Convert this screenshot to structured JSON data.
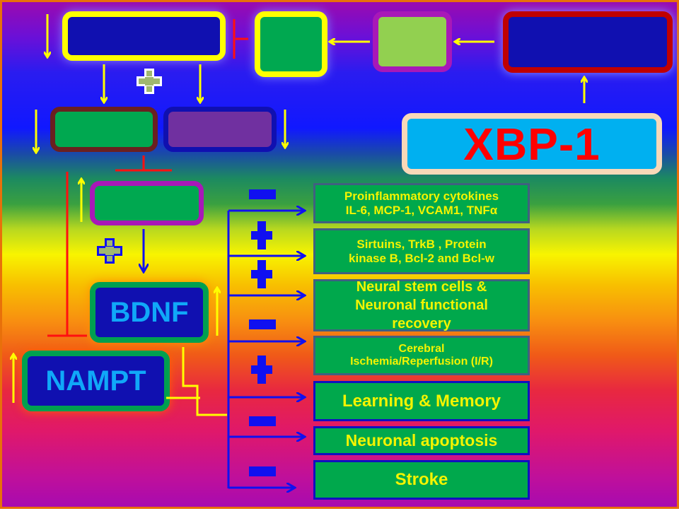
{
  "diagram": {
    "title_node": {
      "label": "XBP-1",
      "text_color": "#ff0000",
      "fill": "#00b0f0",
      "border": "#f8d8b8"
    },
    "gene_nodes": [
      {
        "id": "bdnf",
        "label": "BDNF",
        "text_color": "#10a8f8",
        "fill": "#1010b0",
        "border": "#00a050"
      },
      {
        "id": "nampt",
        "label": "NAMPT",
        "text_color": "#10a8f8",
        "fill": "#1010b0",
        "border": "#00a050"
      }
    ],
    "effects": [
      {
        "id": "proinflammatory",
        "sign": "-",
        "lines": [
          "Proinflammatory cytokines",
          "IL-6, MCP-1,  VCAM1, TNFα"
        ]
      },
      {
        "id": "sirtuins",
        "sign": "+",
        "lines": [
          "Sirtuins, TrkB ,  Protein",
          "kinase B, Bcl-2 and Bcl-w"
        ]
      },
      {
        "id": "neural-stem",
        "sign": "+",
        "lines": [
          "Neural stem cells &",
          "Neuronal functional",
          "recovery"
        ]
      },
      {
        "id": "cerebral-ir",
        "sign": "-",
        "lines": [
          "Cerebral",
          "Ischemia/Reperfusion (I/R)"
        ]
      },
      {
        "id": "learning",
        "sign": "+",
        "lines": [
          "Learning  & Memory"
        ]
      },
      {
        "id": "apoptosis",
        "sign": "-",
        "lines": [
          "Neuronal apoptosis"
        ]
      },
      {
        "id": "stroke",
        "sign": "-",
        "lines": [
          "Stroke"
        ]
      }
    ],
    "colors": {
      "arrow_yellow": "#ffff00",
      "inhibit_red": "#ff1010",
      "effect_blue": "#1010f0",
      "effect_box": "#00a84c",
      "effect_text": "#f4f400"
    }
  }
}
